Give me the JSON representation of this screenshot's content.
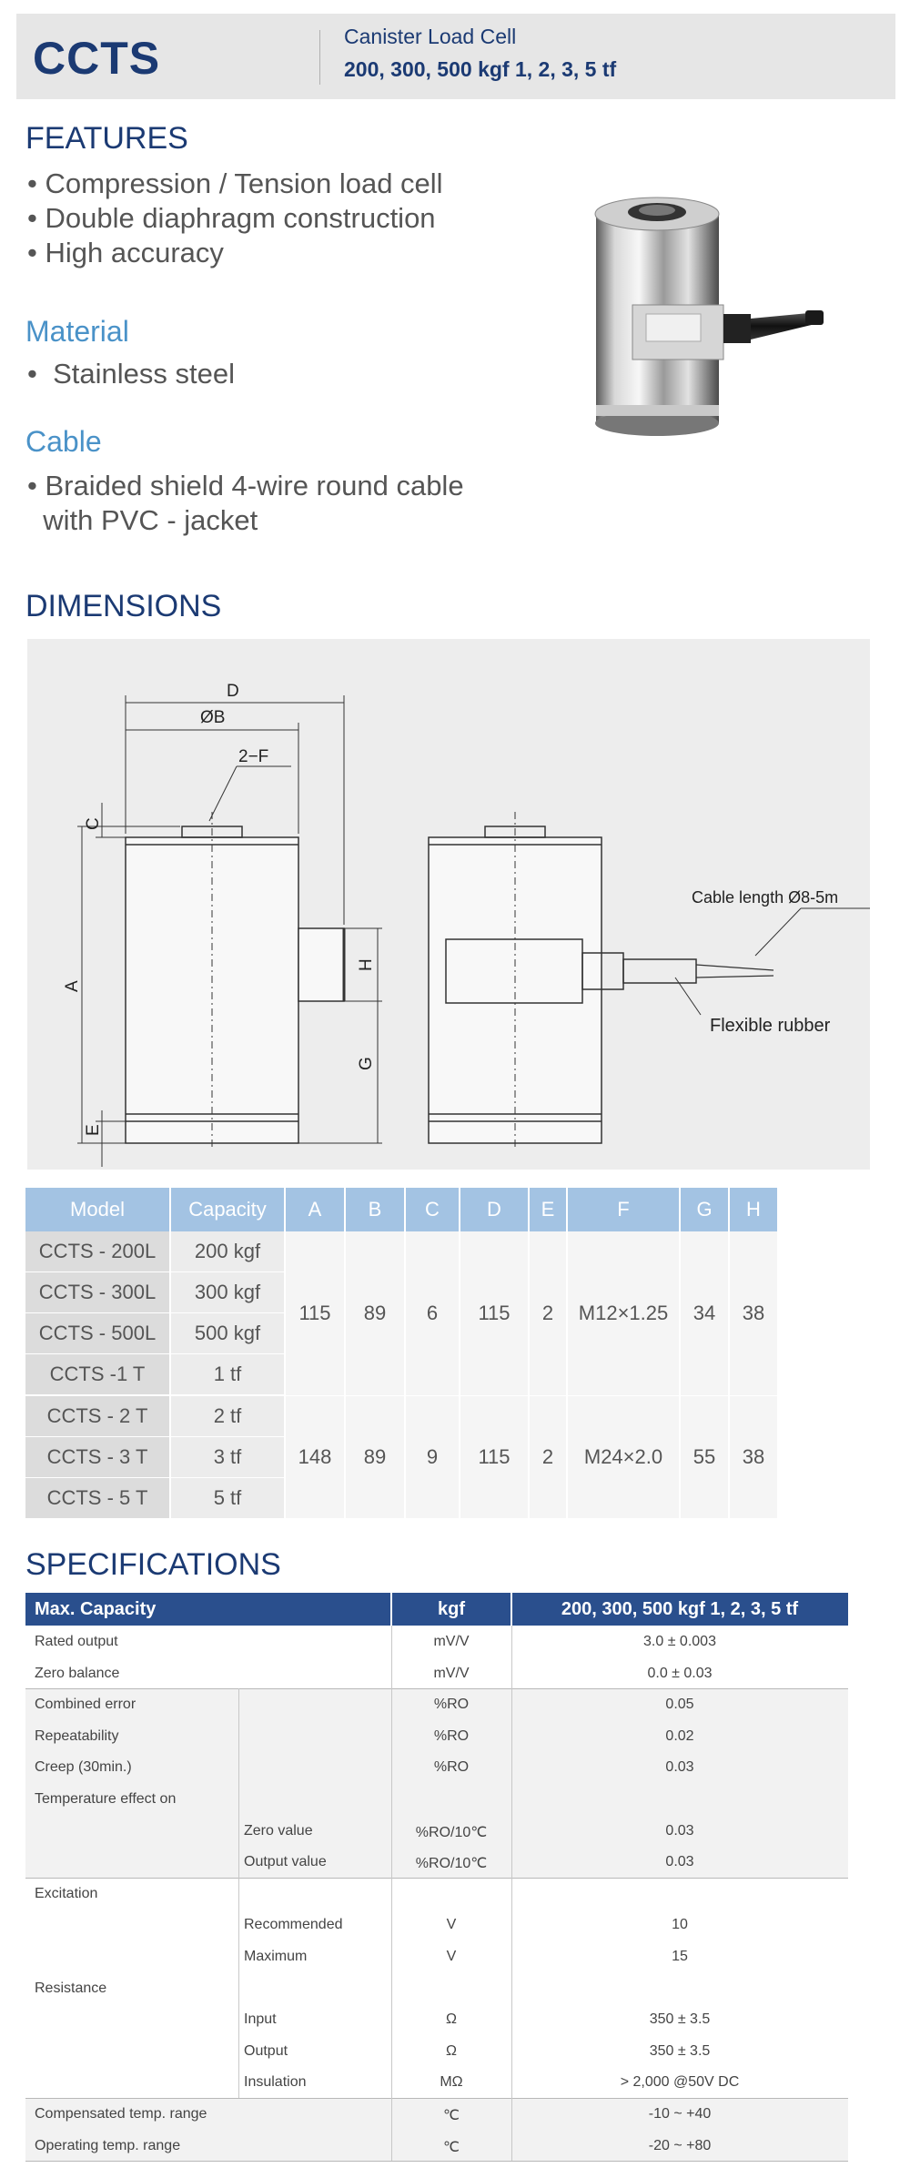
{
  "header": {
    "model": "CCTS",
    "subtitle": "Canister Load Cell",
    "capacities": "200, 300, 500 kgf 1, 2, 3, 5 tf"
  },
  "features": {
    "heading": "FEATURES",
    "items": [
      "Compression / Tension load cell",
      "Double diaphragm construction",
      "High accuracy"
    ]
  },
  "material": {
    "heading": "Material",
    "items": [
      "Stainless steel"
    ]
  },
  "cable": {
    "heading": "Cable",
    "line1": "Braided shield 4-wire round cable",
    "line2": "with PVC - jacket"
  },
  "dimensions": {
    "heading": "DIMENSIONS",
    "drawing_labels": {
      "D": "D",
      "B": "ØB",
      "F": "2−F",
      "C": "C",
      "A": "A",
      "H": "H",
      "G": "G",
      "E": "E",
      "cable_length": "Cable length Ø8-5m",
      "flexible": "Flexible rubber"
    },
    "columns": [
      "Model",
      "Capacity",
      "A",
      "B",
      "C",
      "D",
      "E",
      "F",
      "G",
      "H"
    ],
    "group1": {
      "models": [
        "CCTS - 200L",
        "CCTS - 300L",
        "CCTS - 500L",
        "CCTS -1 T"
      ],
      "capacities": [
        "200 kgf",
        "300 kgf",
        "500 kgf",
        "1 tf"
      ],
      "values": [
        "115",
        "89",
        "6",
        "115",
        "2",
        "M12×1.25",
        "34",
        "38"
      ]
    },
    "group2": {
      "models": [
        "CCTS - 2 T",
        "CCTS - 3 T",
        "CCTS - 5 T"
      ],
      "capacities": [
        "2 tf",
        "3 tf",
        "5 tf"
      ],
      "values": [
        "148",
        "89",
        "9",
        "115",
        "2",
        "M24×2.0",
        "55",
        "38"
      ]
    }
  },
  "specifications": {
    "heading": "SPECIFICATIONS",
    "header": [
      "Max. Capacity",
      "kgf",
      "200, 300, 500 kgf 1, 2, 3, 5 tf"
    ],
    "rows": [
      {
        "label": "Rated output",
        "sub": "",
        "unit": "mV/V",
        "value": "3.0 ± 0.003"
      },
      {
        "label": "Zero balance",
        "sub": "",
        "unit": "mV/V",
        "value": "0.0 ± 0.03"
      },
      {
        "label": "Combined error",
        "sub": "",
        "unit": "%RO",
        "value": "0.05"
      },
      {
        "label": "Repeatability",
        "sub": "",
        "unit": "%RO",
        "value": "0.02"
      },
      {
        "label": "Creep (30min.)",
        "sub": "",
        "unit": "%RO",
        "value": "0.03"
      },
      {
        "label": "Temperature effect on",
        "sub": "",
        "unit": "",
        "value": ""
      },
      {
        "label": "",
        "sub": "Zero value",
        "unit": "%RO/10℃",
        "value": "0.03"
      },
      {
        "label": "",
        "sub": "Output  value",
        "unit": "%RO/10℃",
        "value": "0.03"
      },
      {
        "label": "Excitation",
        "sub": "",
        "unit": "",
        "value": ""
      },
      {
        "label": "",
        "sub": "Recommended",
        "unit": "V",
        "value": "10"
      },
      {
        "label": "",
        "sub": "Maximum",
        "unit": "V",
        "value": "15"
      },
      {
        "label": "Resistance",
        "sub": "",
        "unit": "",
        "value": ""
      },
      {
        "label": "",
        "sub": "Input",
        "unit": "Ω",
        "value": "350 ± 3.5"
      },
      {
        "label": "",
        "sub": "Output",
        "unit": "Ω",
        "value": "350 ± 3.5"
      },
      {
        "label": "",
        "sub": "Insulation",
        "unit": "MΩ",
        "value": "> 2,000 @50V DC"
      },
      {
        "label": "Compensated temp. range",
        "sub": "",
        "unit": "℃",
        "value": "-10 ~ +40"
      },
      {
        "label": "Operating temp. range",
        "sub": "",
        "unit": "℃",
        "value": "-20 ~ +80"
      }
    ]
  }
}
